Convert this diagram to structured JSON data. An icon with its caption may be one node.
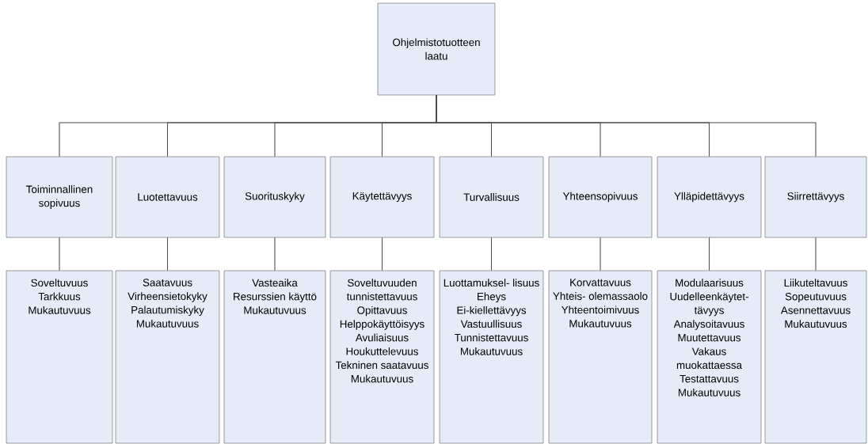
{
  "diagram": {
    "nodes": [
      {
        "text": [
          "Ohjelmistotuotteen laatu"
        ]
      },
      {
        "text": [
          "Toiminnallinen sopivuus"
        ]
      },
      {
        "text": [
          "Luotettavuus"
        ]
      },
      {
        "text": [
          "Suorituskyky"
        ]
      },
      {
        "text": [
          "Käytettävyys"
        ]
      },
      {
        "text": [
          "Turvallisuus"
        ]
      },
      {
        "text": [
          "Yhteensopivuus"
        ]
      },
      {
        "text": [
          "Ylläpidettävyys"
        ]
      },
      {
        "text": [
          "Siirrettävyys"
        ]
      },
      {
        "text": [
          "Soveltuvuus",
          "Tarkkuus",
          "Mukautuvuus"
        ]
      },
      {
        "text": [
          "Saatavuus",
          "Virheensietokyky",
          "Palautumiskyky",
          "Mukautuvuus"
        ]
      },
      {
        "text": [
          "Vasteaika",
          "Resurssien käyttö",
          "Mukautuvuus"
        ]
      },
      {
        "text": [
          "Soveltuvuuden tunnistettavuus",
          "Opittavuus",
          "Helppokäyttöisyys",
          "Avuliaisuus",
          "Houkuttelevuus",
          "Tekninen saatavuus",
          "Mukautuvuus"
        ]
      },
      {
        "text": [
          "Luottamuksel- lisuus",
          "Eheys",
          "Ei-kiellettävyys",
          "Vastuullisuus",
          "Tunnistettavuus",
          "Mukautuvuus"
        ]
      },
      {
        "text": [
          "Korvattavuus",
          "Yhteis- olemassaolo",
          "Yhteentoimivuus",
          "Mukautuvuus"
        ]
      },
      {
        "text": [
          "Modulaarisuus",
          "Uudelleenkäytet- tävyys",
          "Analysoitavuus",
          "Muutettavuus",
          "Vakaus muokattaessa",
          "Testattavuus",
          "Mukautuvuus"
        ]
      },
      {
        "text": [
          "Liikuteltavuus",
          "Sopeutuvuus",
          "Asennettavuus",
          "Mukautuvuus"
        ]
      }
    ],
    "edges": [
      {
        "from": 0,
        "to": 1,
        "arrow": "none"
      },
      {
        "from": 0,
        "to": 2,
        "arrow": "none"
      },
      {
        "from": 0,
        "to": 3,
        "arrow": "none"
      },
      {
        "from": 0,
        "to": 4,
        "arrow": "none"
      },
      {
        "from": 0,
        "to": 5,
        "arrow": "none"
      },
      {
        "from": 0,
        "to": 6,
        "arrow": "none"
      },
      {
        "from": 0,
        "to": 7,
        "arrow": "none"
      },
      {
        "from": 0,
        "to": 8,
        "arrow": "none"
      },
      {
        "from": 1,
        "to": 9,
        "arrow": "none"
      },
      {
        "from": 2,
        "to": 10,
        "arrow": "none"
      },
      {
        "from": 3,
        "to": 11,
        "arrow": "none"
      },
      {
        "from": 4,
        "to": 12,
        "arrow": "none"
      },
      {
        "from": 5,
        "to": 13,
        "arrow": "none"
      },
      {
        "from": 6,
        "to": 14,
        "arrow": "none"
      },
      {
        "from": 7,
        "to": 15,
        "arrow": "none"
      },
      {
        "from": 8,
        "to": 16,
        "arrow": "none"
      }
    ]
  }
}
